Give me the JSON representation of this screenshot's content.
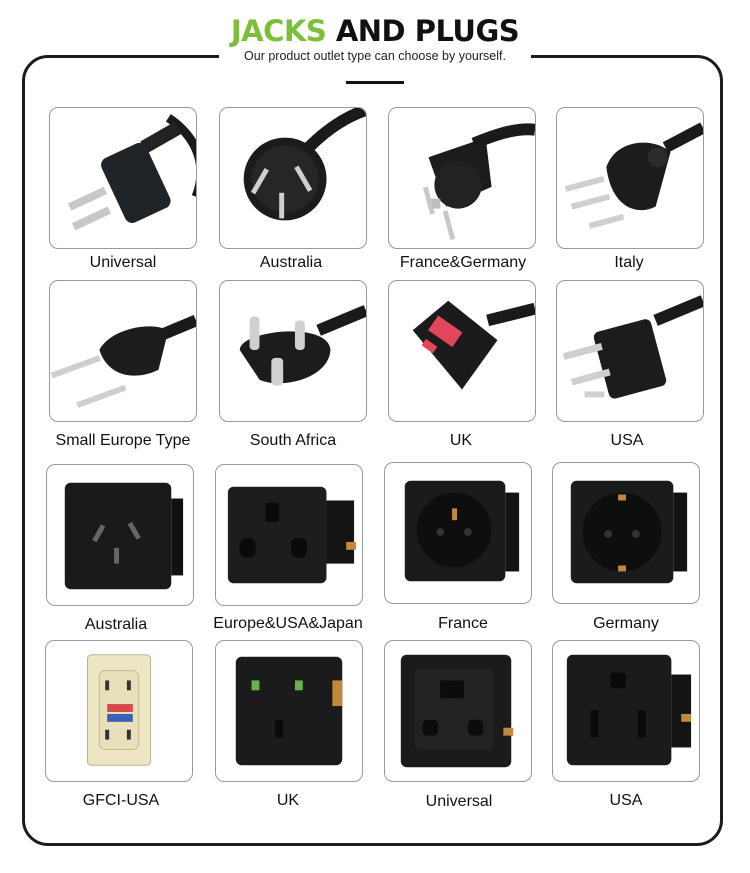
{
  "header": {
    "title_accent": "JACKS",
    "title_rest": " AND PLUGS",
    "subtitle": "Our product outlet type can choose by yourself.",
    "accent_color": "#7cbf3a"
  },
  "rows": [
    [
      {
        "label": "Universal",
        "icon": "plug-universal-icon"
      },
      {
        "label": "Australia",
        "icon": "plug-australia-icon"
      },
      {
        "label": "France&Germany",
        "icon": "plug-france-germany-icon"
      },
      {
        "label": "Italy",
        "icon": "plug-italy-icon"
      }
    ],
    [
      {
        "label": "Small Europe Type",
        "icon": "plug-small-europe-icon"
      },
      {
        "label": "South Africa",
        "icon": "plug-south-africa-icon"
      },
      {
        "label": "UK",
        "icon": "plug-uk-icon"
      },
      {
        "label": "USA",
        "icon": "plug-usa-icon"
      }
    ],
    [
      {
        "label": "Australia",
        "icon": "socket-australia-icon"
      },
      {
        "label": "Europe&USA&Japan",
        "icon": "socket-europe-usa-japan-icon"
      },
      {
        "label": "France",
        "icon": "socket-france-icon"
      },
      {
        "label": "Germany",
        "icon": "socket-germany-icon"
      }
    ],
    [
      {
        "label": "GFCI-USA",
        "icon": "outlet-gfci-usa-icon"
      },
      {
        "label": "UK",
        "icon": "socket-uk-icon"
      },
      {
        "label": "Universal",
        "icon": "socket-universal-icon"
      },
      {
        "label": "USA",
        "icon": "socket-usa-icon"
      }
    ]
  ]
}
